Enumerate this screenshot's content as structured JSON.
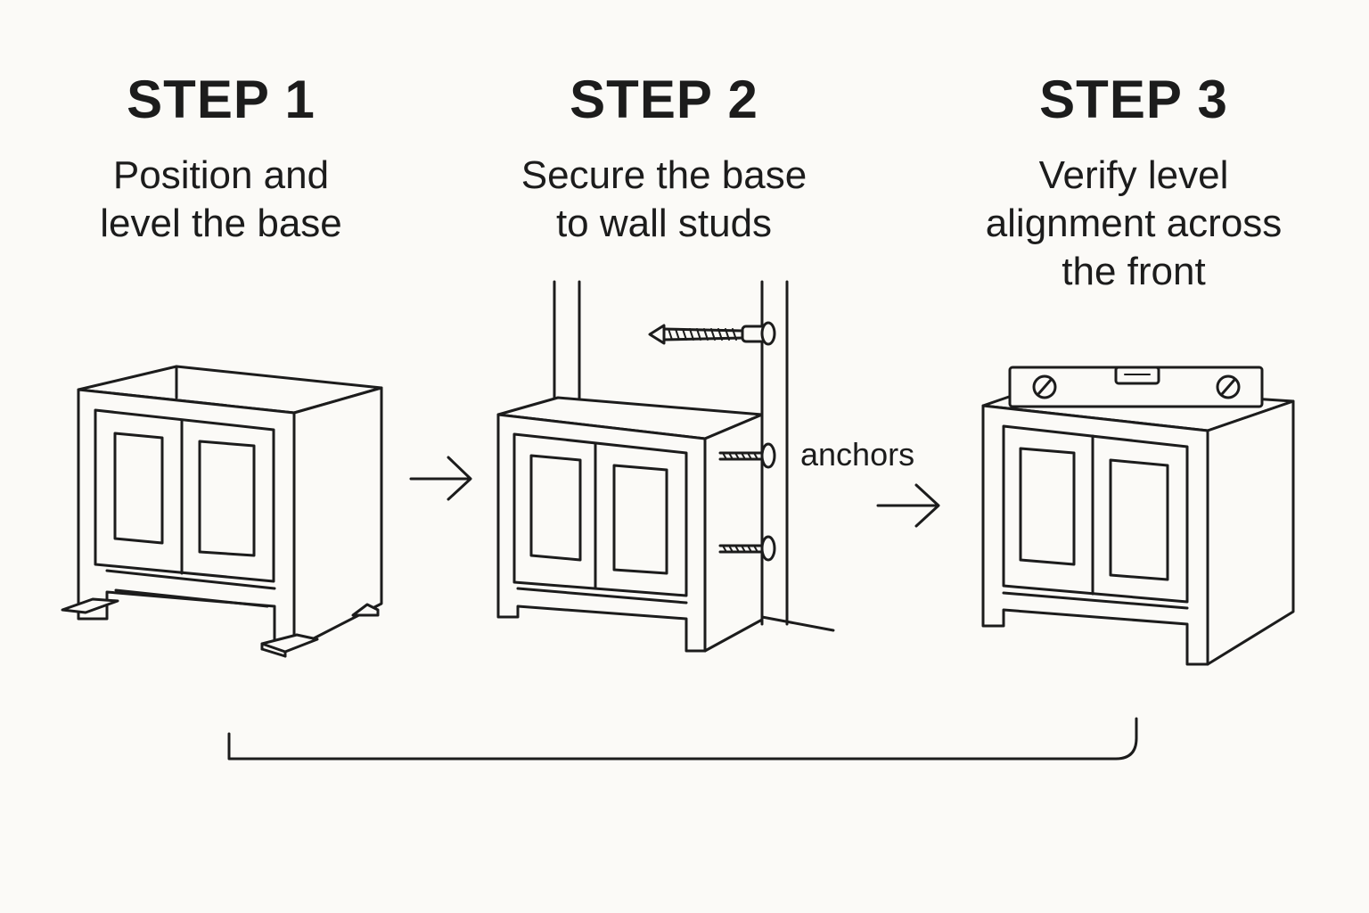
{
  "steps": [
    {
      "title": "STEP 1",
      "description": "Position and\nlevel the base"
    },
    {
      "title": "STEP 2",
      "description": "Secure the base\nto wall studs"
    },
    {
      "title": "STEP 3",
      "description": "Verify level\nalignment across\nthe front"
    }
  ],
  "callouts": {
    "anchors": "anchors"
  },
  "colors": {
    "background": "#fbfaf7",
    "ink": "#1c1c1c"
  }
}
